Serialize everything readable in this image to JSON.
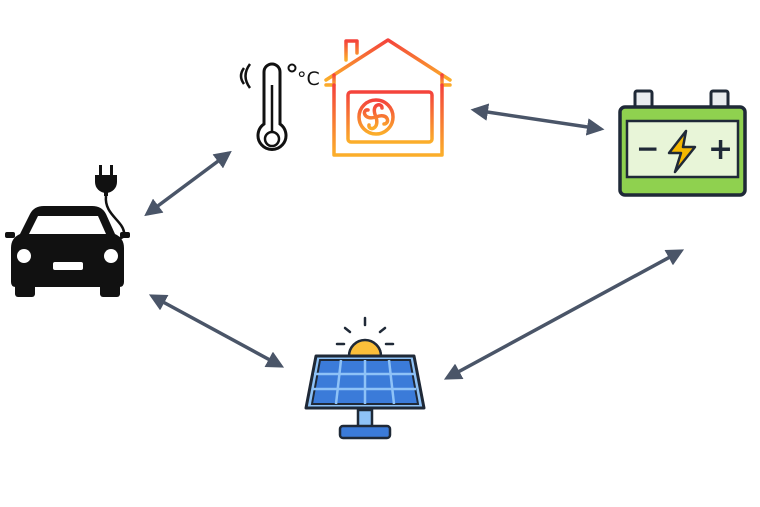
{
  "diagram": {
    "nodes": [
      {
        "id": "ev",
        "icon": "electric-car-icon"
      },
      {
        "id": "heat-pump",
        "icon": "heat-pump-house-icon",
        "unit_text": "°C"
      },
      {
        "id": "battery",
        "icon": "battery-icon",
        "terminal_minus": "−",
        "terminal_plus": "+"
      },
      {
        "id": "solar",
        "icon": "solar-panel-icon"
      }
    ],
    "edges": [
      {
        "from": "ev",
        "to": "heat-pump",
        "bidirectional": true
      },
      {
        "from": "heat-pump",
        "to": "battery",
        "bidirectional": true
      },
      {
        "from": "ev",
        "to": "solar",
        "bidirectional": true
      },
      {
        "from": "solar",
        "to": "battery",
        "bidirectional": true
      }
    ],
    "colors": {
      "arrow": "#4a5568",
      "car": "#111111",
      "house_gradient_top": "#f4433c",
      "house_gradient_bottom": "#fbae2a",
      "battery_green": "#8fd14f",
      "battery_light": "#e8f5d8",
      "bolt": "#f5b800",
      "panel_blue": "#3b7bd9",
      "panel_light": "#8ec2f7",
      "sun": "#fbbf3a",
      "outline": "#1f2937"
    }
  }
}
